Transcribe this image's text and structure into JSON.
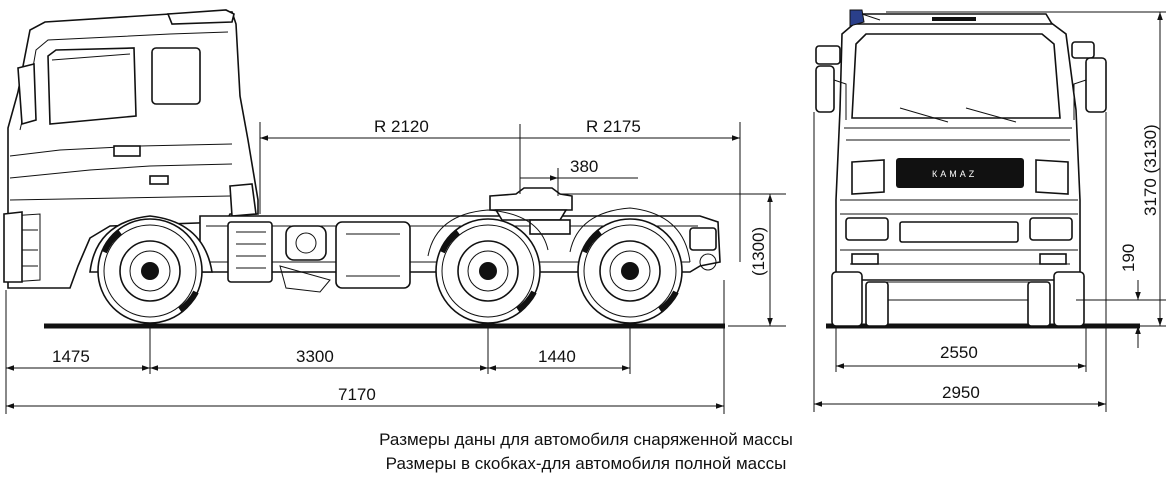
{
  "side_view": {
    "radius_front": "R 2120",
    "radius_rear": "R 2175",
    "fifth_wheel_offset": "380",
    "fifth_wheel_height": "(1300)",
    "front_overhang": "1475",
    "wheelbase_1": "3300",
    "wheelbase_2": "1440",
    "overall_length": "7170"
  },
  "front_view": {
    "brand": "КАМАZ",
    "overall_height": "3170 (3130)",
    "ground_clearance": "190",
    "track_width": "2550",
    "overall_width": "2950"
  },
  "notes": {
    "line1": "Размеры даны для автомобиля снаряженной массы",
    "line2": "Размеры в скобках-для автомобиля полной массы"
  }
}
